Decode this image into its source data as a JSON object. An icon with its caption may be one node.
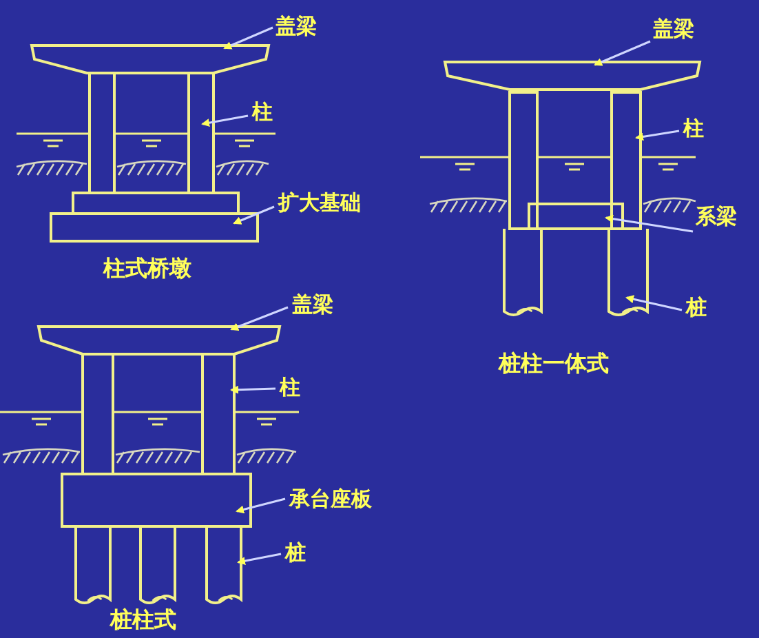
{
  "diagram": {
    "nodes": [
      {
        "text": [
          "盖梁"
        ]
      },
      {
        "text": [
          "柱"
        ]
      },
      {
        "text": [
          "扩大基础"
        ]
      },
      {
        "text": [
          "盖梁"
        ]
      },
      {
        "text": [
          "柱"
        ]
      },
      {
        "text": [
          "系梁"
        ]
      },
      {
        "text": [
          "桩"
        ]
      },
      {
        "text": [
          "盖梁"
        ]
      },
      {
        "text": [
          "柱"
        ]
      },
      {
        "text": [
          "承台座板"
        ]
      },
      {
        "text": [
          "桩"
        ]
      }
    ],
    "edges": [
      {
        "from": 0,
        "to": null,
        "arrow": "to"
      },
      {
        "from": 1,
        "to": null,
        "arrow": "to"
      },
      {
        "from": 2,
        "to": null,
        "arrow": "to"
      },
      {
        "from": 3,
        "to": null,
        "arrow": "to"
      },
      {
        "from": 4,
        "to": null,
        "arrow": "to"
      },
      {
        "from": 5,
        "to": null,
        "arrow": "to"
      },
      {
        "from": 6,
        "to": null,
        "arrow": "to"
      },
      {
        "from": 7,
        "to": null,
        "arrow": "to"
      },
      {
        "from": 8,
        "to": null,
        "arrow": "to"
      },
      {
        "from": 9,
        "to": null,
        "arrow": "to"
      },
      {
        "from": 10,
        "to": null,
        "arrow": "to"
      }
    ],
    "labels": [
      "柱式桥墩",
      "桩柱一体式",
      "桩柱式"
    ]
  }
}
